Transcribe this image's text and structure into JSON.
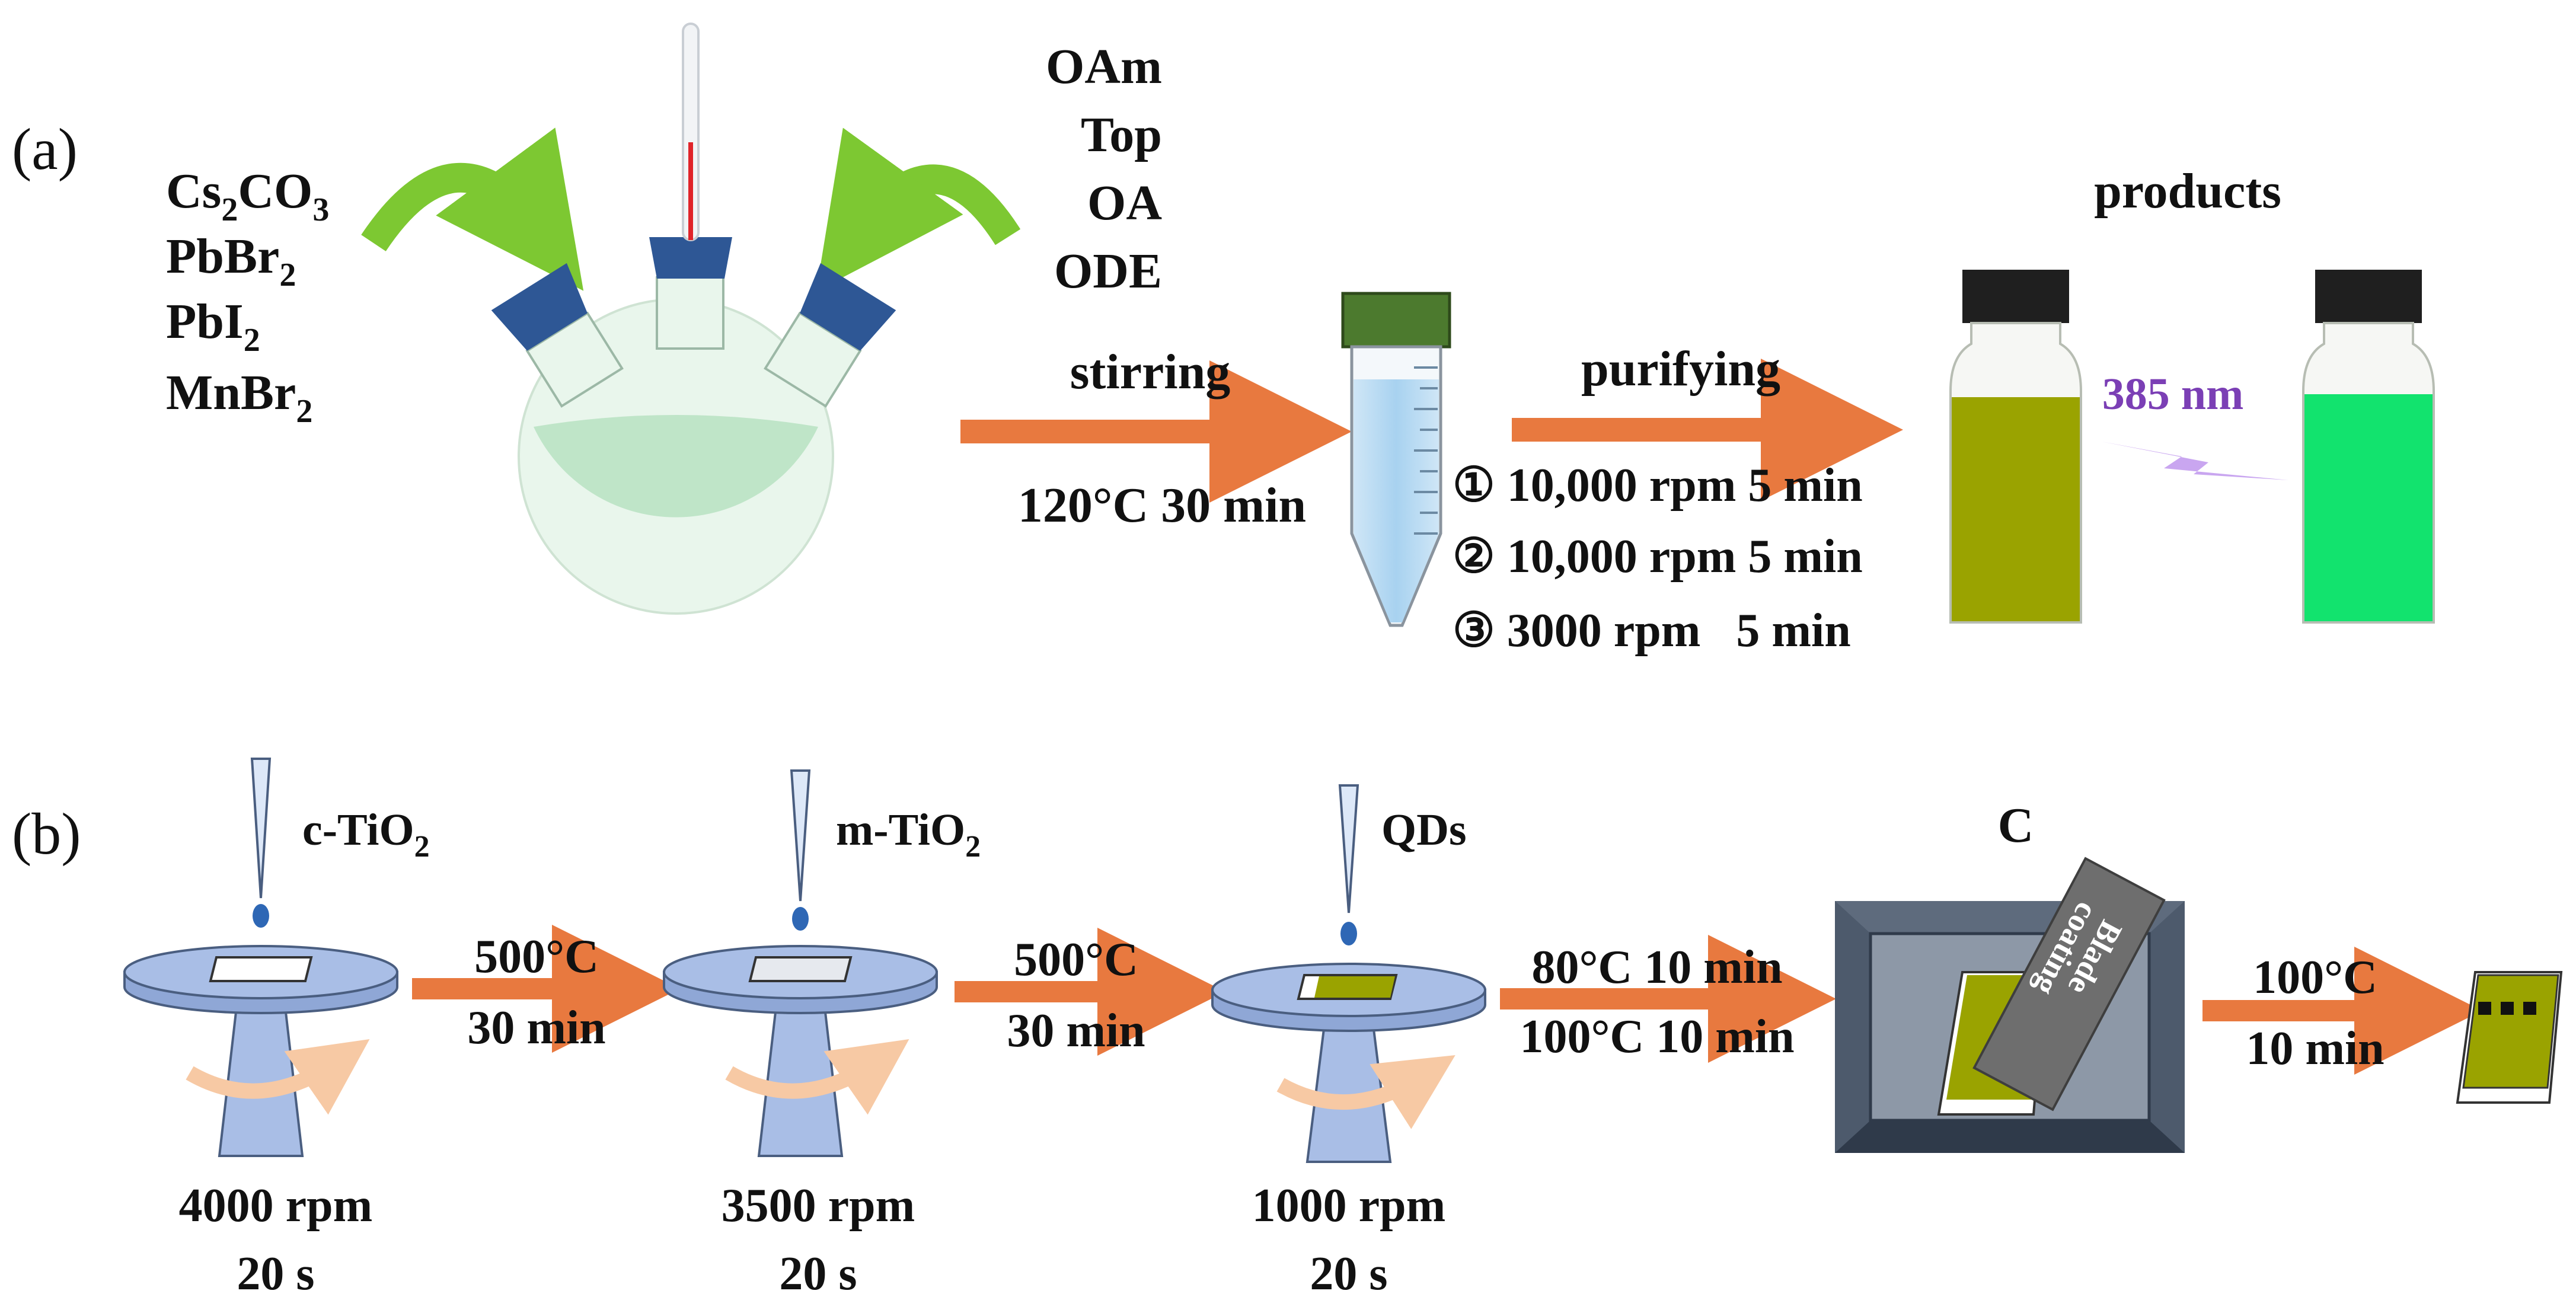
{
  "colors": {
    "arrow_orange": "#E8793F",
    "curve_green": "#7DC832",
    "cap_blue": "#2E5795",
    "flask_liquid": "#BFE5C8",
    "tube_cap": "#4C7A2E",
    "vial_cap": "#1F1F1F",
    "vial_olive": "#9AA300",
    "vial_green": "#12E36E",
    "uv_text": "#7B3FB5",
    "uv_bolt": "#C9A6F0",
    "platform": "#9FB4DE",
    "box_outer": "#3D4A5C",
    "box_inner": "#8D98A7",
    "blade": "#6E6E6E"
  },
  "panel_a": {
    "label": "(a)",
    "left_reagents": [
      "Cs",
      "2",
      "CO",
      "3",
      "PbBr",
      "2",
      "PbI",
      "2",
      "MnBr",
      "2"
    ],
    "right_reagents": [
      "OAm",
      "Top",
      "OA",
      "ODE"
    ],
    "step1_label": "stirring",
    "step1_condition": "120°C 30 min",
    "step2_label": "purifying",
    "purify_steps": [
      "① 10,000 rpm 5 min",
      "② 10,000 rpm 5 min",
      "③ 3000 rpm   5 min"
    ],
    "products_label": "products",
    "uv_label": "385 nm"
  },
  "panel_b": {
    "label": "(b)",
    "stage1": {
      "drop": "c-TiO",
      "drop_sub": "2",
      "speed": "4000 rpm",
      "time": "20 s"
    },
    "anneal1": {
      "temp": "500°C",
      "time": "30 min"
    },
    "stage2": {
      "drop": "m-TiO",
      "drop_sub": "2",
      "speed": "3500 rpm",
      "time": "20 s"
    },
    "anneal2": {
      "temp": "500°C",
      "time": "30 min"
    },
    "stage3": {
      "drop": "QDs",
      "speed": "1000 rpm",
      "time": "20 s"
    },
    "anneal3": {
      "line1": "80°C 10 min",
      "line2": "100°C 10 min"
    },
    "carbon_label": "C",
    "blade_text": [
      "Blade",
      "coating"
    ],
    "final_anneal": {
      "temp": "100°C",
      "time": "10 min"
    }
  }
}
